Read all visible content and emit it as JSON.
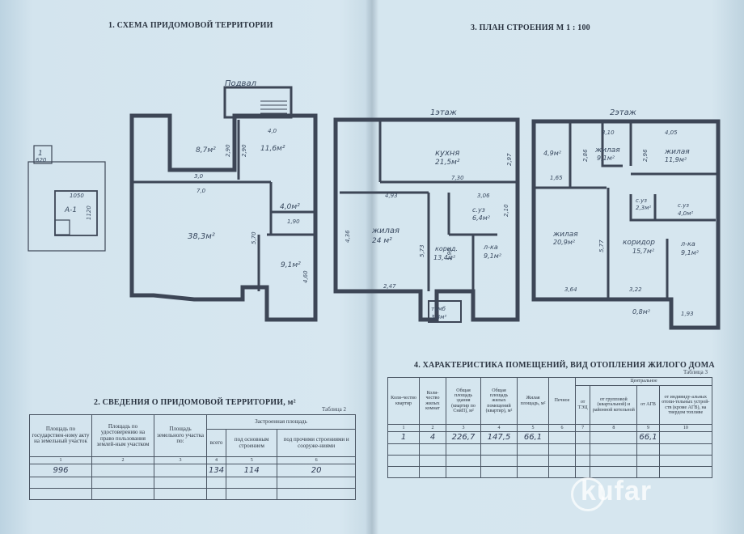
{
  "left_page": {
    "scheme_title": "1. СХЕМА ПРИДОМОВОЙ ТЕРРИТОРИИ",
    "section2_title": "2. СВЕДЕНИЯ О ПРИДОМОВОЙ ТЕРРИТОРИИ, м²",
    "table2_caption": "Таблица 2",
    "table2": {
      "headers": [
        "Площадь по государствен-ному акту на земельный участок",
        "Площадь по удостоверению на право пользования землей-ным участком",
        "Площадь земельного участка по:",
        "Застроенная площадь",
        "всего",
        "под основным строением",
        "под прочими строениями и сооруже-ниями"
      ],
      "numbers": [
        "1",
        "2",
        "3",
        "4",
        "5",
        "6"
      ],
      "values": [
        "996",
        "",
        "",
        "134",
        "114",
        "20"
      ]
    },
    "site_labels": {
      "plot_no": "1",
      "plot_dim": "620",
      "house_dim_w": "1050",
      "house_dim_h": "1120",
      "house_mark": "А-1"
    },
    "basement_label": "Подвал",
    "basement_rooms": {
      "r1_area": "8,7м²",
      "r2_area": "11,6м²",
      "r3_area": "38,3м²",
      "r4_area": "4,0м²",
      "r5_area": "9,1м²",
      "d1": "4,0",
      "d2": "2,90",
      "d3": "2,90",
      "d4": "3,0",
      "d5": "7,0",
      "d6": "1,90",
      "d7": "5,70",
      "d8": "4,60"
    }
  },
  "right_page": {
    "plan_title": "3. ПЛАН СТРОЕНИЯ М 1 : 100",
    "floor1_label": "1этаж",
    "floor2_label": "2этаж",
    "floor1_rooms": {
      "kitchen": "кухня",
      "kitchen_area": "21,5м²",
      "living": "жилая",
      "living_area": "24 м²",
      "bath": "с.уз",
      "bath_area": "6,4м²",
      "corridor": "корид.",
      "corridor_area": "13,4м²",
      "stairs": "л-ка",
      "stairs_area": "9,1м²",
      "tambour": "тамб",
      "tambour_area": "3,8м²",
      "d1": "4,93",
      "d2": "7,30",
      "d3": "3,06",
      "d4": "2,47",
      "d5": "5,73",
      "d6": "4,36",
      "d7": "2,97",
      "d8": "2,10",
      "d9": "1,90"
    },
    "floor2_rooms": {
      "r1_area": "4,9м²",
      "living1": "жилая",
      "living1_area": "9,1м²",
      "living2": "жилая",
      "living2_area": "11,9м²",
      "living3": "жилая",
      "living3_area": "20,9м²",
      "corridor": "коридор",
      "corridor_area": "15,7м²",
      "bath1": "с.уз",
      "bath1_area": "2,3м²",
      "bath2": "с.уз",
      "bath2_area": "4,0м²",
      "stairs": "л-ка",
      "stairs_area": "9,1м²",
      "small_area": "0,8м²",
      "d1": "3,10",
      "d2": "4,05",
      "d3": "1,65",
      "d4": "3,64",
      "d5": "3,22",
      "d6": "1,93",
      "d7": "5,77",
      "d8": "2,96",
      "d9": "2,86"
    },
    "section4_title": "4. ХАРАКТЕРИСТИКА ПОМЕЩЕНИЙ, ВИД ОТОПЛЕНИЯ ЖИЛОГО ДОМА",
    "table3_caption": "Таблица 3",
    "table3": {
      "headers": [
        "Коли-чество квартир",
        "Коли-чество жилых комнат",
        "Общая площадь здания (квартир по СниП), м²",
        "Общая площадь жилых помещений (квартир), м²",
        "Жилая площадь, м²",
        "Печное",
        "Центральное",
        "от ТЭЦ",
        "от групповой (квартальной) и районной котельной",
        "от АГВ",
        "от индивиду-альных отопи-тельных устрой-ств (кроме АГВ), на твердом топливе"
      ],
      "numbers": [
        "1",
        "2",
        "3",
        "4",
        "5",
        "6",
        "7",
        "8",
        "9",
        "10"
      ],
      "values": [
        "1",
        "4",
        "226,7",
        "147,5",
        "66,1",
        "",
        "",
        "",
        "66,1",
        ""
      ]
    }
  },
  "watermark": "kufar"
}
